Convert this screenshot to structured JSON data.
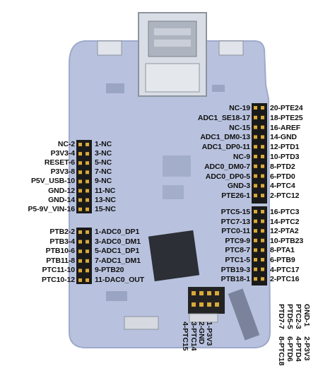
{
  "colors": {
    "board": "#b8c2de",
    "board_edge": "#9eaacb",
    "header_black": "#1a1a1a",
    "pin_gold": "#d9a93a",
    "text": "#111111",
    "highlight_pin": "#2a7fd4"
  },
  "header_j2_left": [
    "NC-2",
    "P3V3-4",
    "RESET-6",
    "P3V3-8",
    "P5V_USB-10",
    "GND-12",
    "GND-14",
    "P5-9V_VIN-16"
  ],
  "header_j2_right": [
    "1-NC",
    "3-NC",
    "5-NC",
    "7-NC",
    "9-NC",
    "11-NC",
    "13-NC",
    "15-NC"
  ],
  "header_j4_left": [
    "PTB2-2",
    "PTB3-4",
    "PTB10-6",
    "PTB11-8",
    "PTC11-10",
    "PTC10-12"
  ],
  "header_j4_right": [
    "1-ADC0_DP1",
    "3-ADC0_DM1",
    "5-ADC1_DP1",
    "7-ADC1_DM1",
    "9-PTB20",
    "11-DAC0_OUT"
  ],
  "header_j6_left": [
    "NC-19",
    "ADC1_SE18-17",
    "NC-15",
    "ADC1_DM0-13",
    "ADC1_DP0-11",
    "NC-9",
    "ADC0_DM0-7",
    "ADC0_DP0-5",
    "GND-3",
    "PTE26-1"
  ],
  "header_j6_right": [
    "20-PTE24",
    "18-PTE25",
    "16-AREF",
    "14-GND",
    "12-PTD1",
    "10-PTD3",
    "8-PTD2",
    "6-PTD0",
    "4-PTC4",
    "2-PTC12"
  ],
  "header_j1_left": [
    "PTC5-15",
    "PTC7-13",
    "PTC0-11",
    "PTC9-9",
    "PTC8-7",
    "PTC1-5",
    "PTB19-3",
    "PTB18-1"
  ],
  "header_j1_right": [
    "16-PTC3",
    "14-PTC2",
    "12-PTA2",
    "10-PTB23",
    "8-PTA1",
    "6-PTB9",
    "4-PTC17",
    "2-PTC16"
  ],
  "bottom_small": [
    "1-P3V3",
    "2-GND",
    "3-PTC14",
    "4-PTC15"
  ],
  "bottom_right_top": [
    "GND-1",
    "PTC2-3",
    "PTD5-5",
    "PTD7-7"
  ],
  "bottom_right_bottom": [
    "2-P3V3",
    "4-PTD4",
    "6-PTD6",
    "8-PTC18"
  ]
}
